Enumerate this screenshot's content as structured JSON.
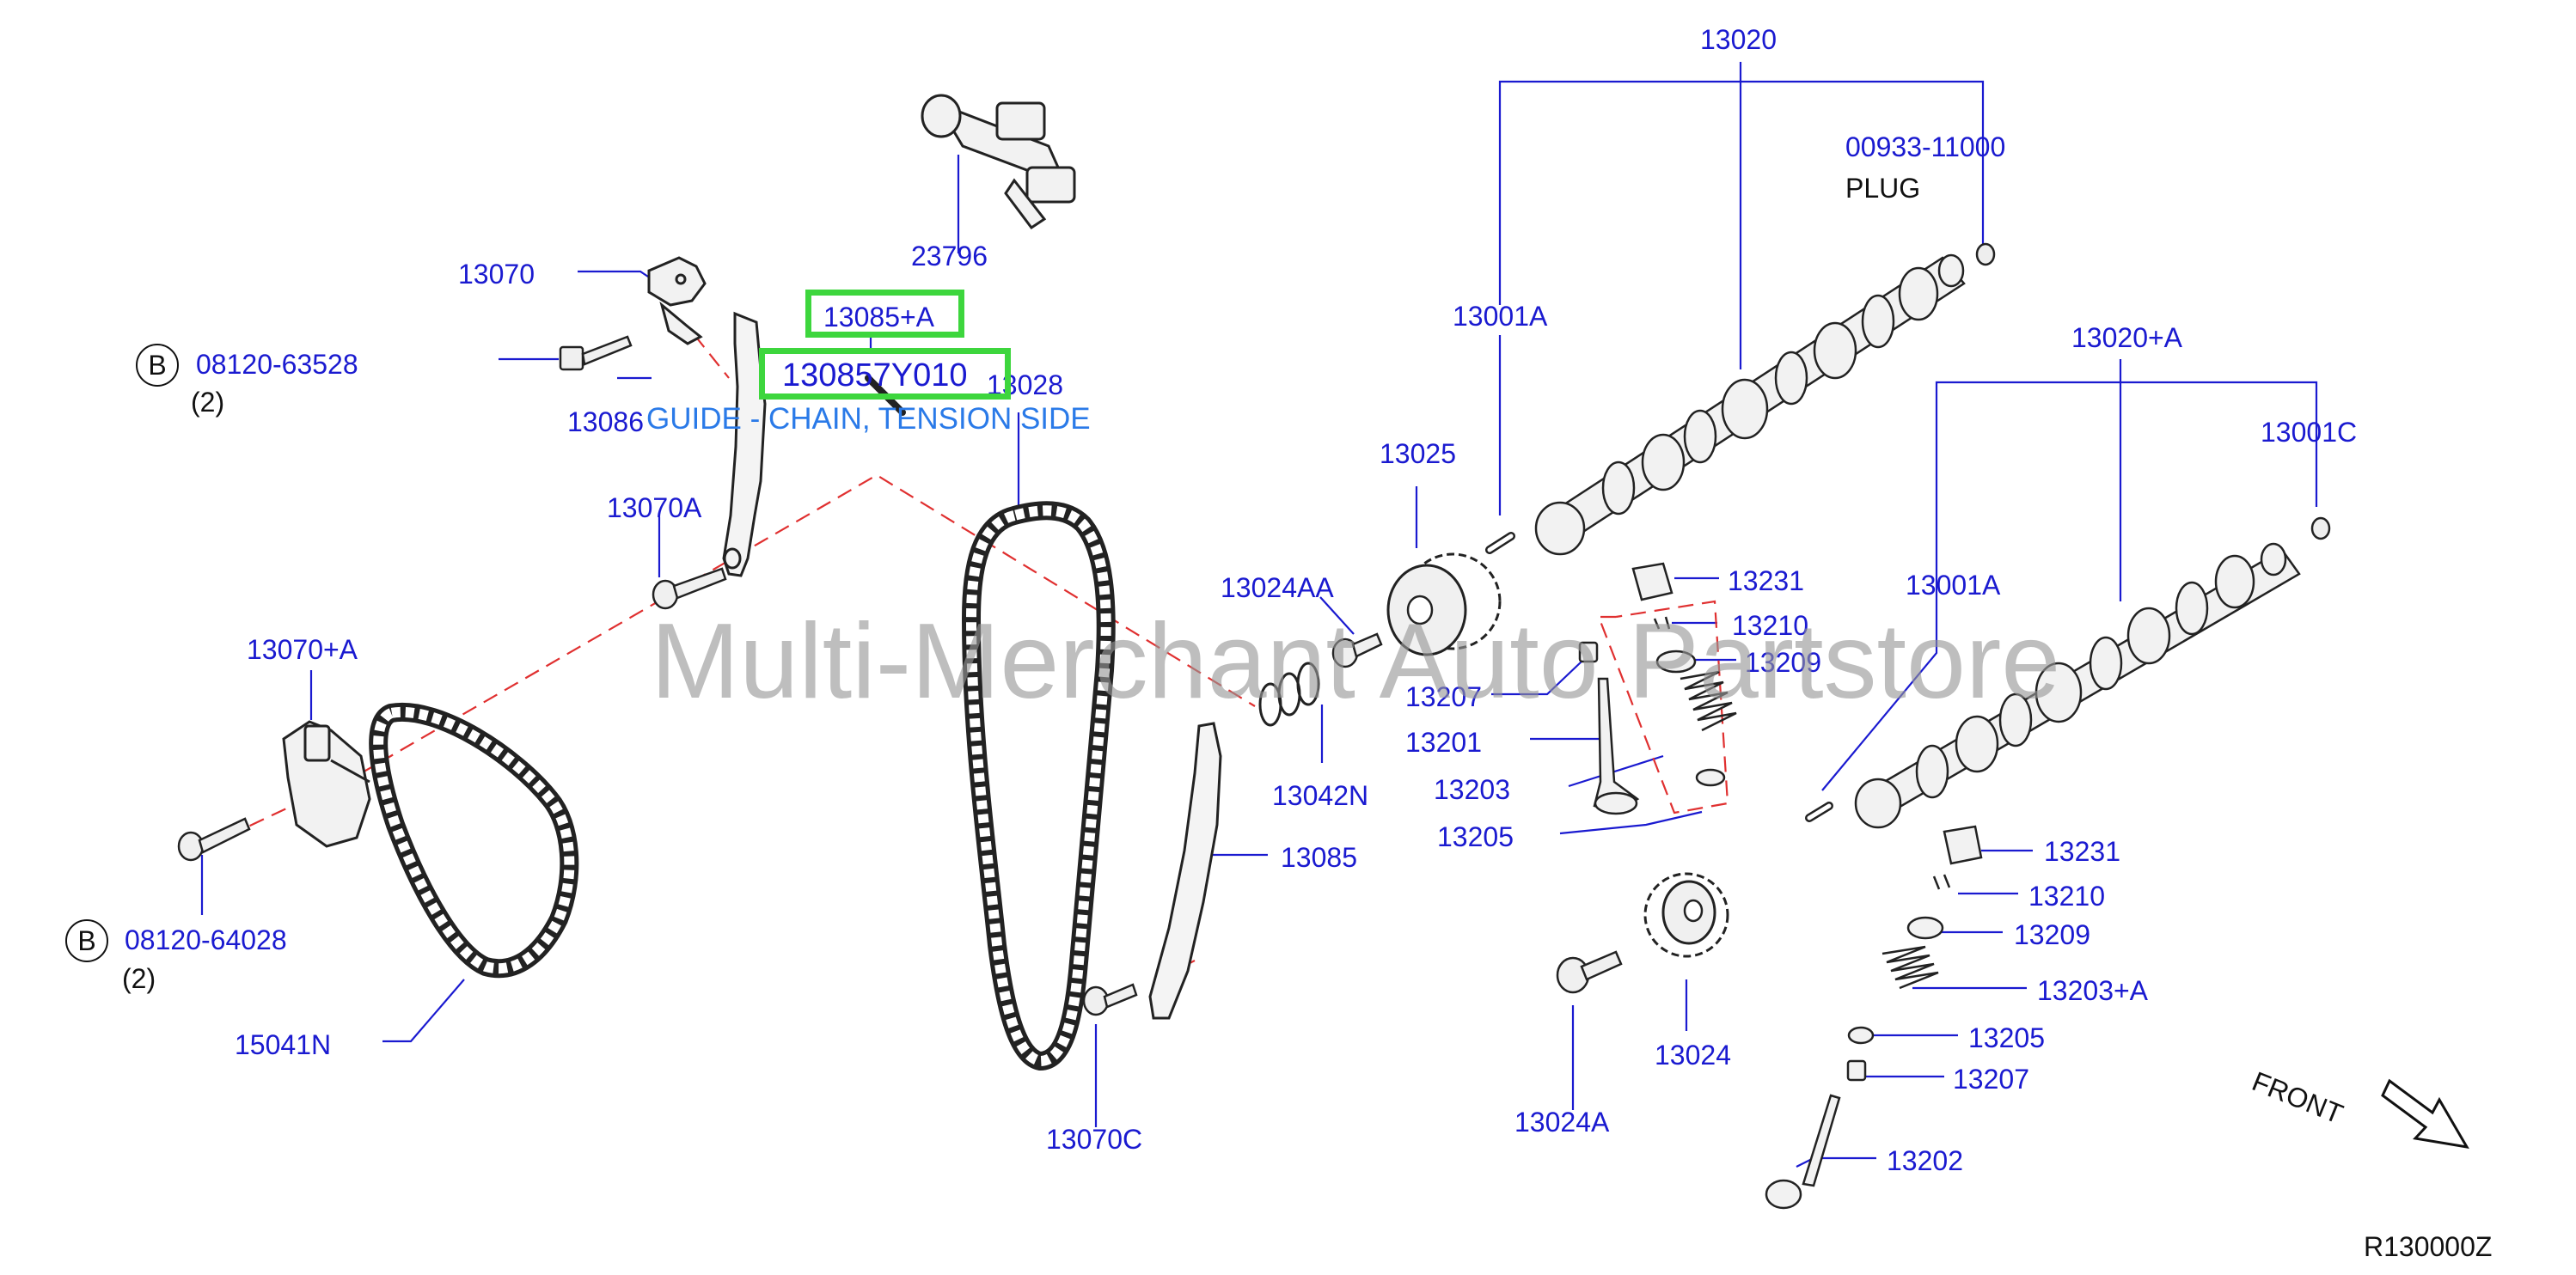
{
  "colors": {
    "label": "#1a1ad0",
    "leader": "#1a1ad0",
    "dash": "#e03030",
    "highlight": "#3dd63d",
    "watermark": "#969696",
    "guide_text": "#2a7ae8",
    "ink": "#111111"
  },
  "watermark": "Multi-Merchant Auto Partstore",
  "highlight": {
    "part_a": "13085+A",
    "part_b": "130857Y010",
    "description": "GUIDE - CHAIN, TENSION SIDE"
  },
  "labels": {
    "p13020": "13020",
    "p00933": "00933-11000",
    "plug": "PLUG",
    "p23796": "23796",
    "p13070": "13070",
    "p08120_63528": "08120-63528",
    "qty_top": "(2)",
    "p13086": "13086",
    "p13028": "13028",
    "p13001A_top": "13001A",
    "p13020A": "13020+A",
    "p13001C": "13001C",
    "p13025": "13025",
    "p13070A": "13070A",
    "p13024AA": "13024AA",
    "p13231_top": "13231",
    "p13210_top": "13210",
    "p13209_top": "13209",
    "p13001A_lower": "13001A",
    "p13070pA": "13070+A",
    "p13207_top": "13207",
    "p13201": "13201",
    "p13203": "13203",
    "p13205_top": "13205",
    "p13042N": "13042N",
    "p13085": "13085",
    "p13231_low": "13231",
    "p13210_low": "13210",
    "p13209_low": "13209",
    "p08120_64028": "08120-64028",
    "qty_low": "(2)",
    "p13203A": "13203+A",
    "p13205_low": "13205",
    "p15041N": "15041N",
    "p13024": "13024",
    "p13207_low": "13207",
    "p13070C": "13070C",
    "p13024A": "13024A",
    "p13202": "13202",
    "front": "FRONT",
    "ref": "R130000Z",
    "b_top": "B",
    "b_low": "B"
  }
}
